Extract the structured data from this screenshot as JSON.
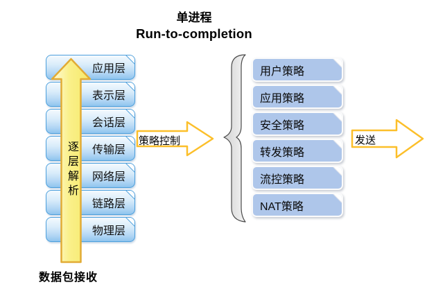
{
  "title": {
    "line_cn": "单进程",
    "line_en": "Run-to-completion"
  },
  "left_stack": {
    "layers": [
      "应用层",
      "表示层",
      "会话层",
      "传输层",
      "网络层",
      "链路层",
      "物理层"
    ],
    "arrow_label": "逐层解析",
    "bottom_label": "数据包接收"
  },
  "middle": {
    "policy_control_label": "策略控制"
  },
  "right_stack": {
    "policies": [
      "用户策略",
      "应用策略",
      "安全策略",
      "转发策略",
      "流控策略",
      "NAT策略"
    ]
  },
  "output": {
    "send_label": "发送"
  },
  "colors": {
    "layer_box_border": "#4c9fdc",
    "layer_box_fill_top": "#f4fafe",
    "layer_box_fill_bottom": "#8fc4ee",
    "policy_box_fill": "#aec6ea",
    "up_arrow_fill": "#faf08a",
    "up_arrow_border": "#e2ab35",
    "flow_arrow_border": "#fcbf2a",
    "brace_fill": "#e3e3e3"
  }
}
